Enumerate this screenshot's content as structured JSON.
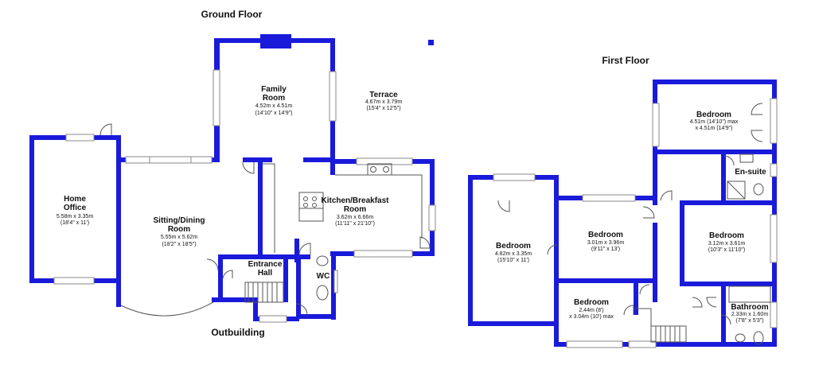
{
  "floors": {
    "ground": {
      "title": "Ground Floor",
      "outbuilding_label": "Outbuilding",
      "rooms": {
        "family": {
          "name_l1": "Family",
          "name_l2": "Room",
          "dim_l1": "4.52m x 4.51m",
          "dim_l2": "(14'10\" x 14'9\")"
        },
        "terrace": {
          "name_l1": "Terrace",
          "dim_l1": "4.67m x 3.79m",
          "dim_l2": "(15'4\" x 12'5\")"
        },
        "office": {
          "name_l1": "Home",
          "name_l2": "Office",
          "dim_l1": "5.58m x 3.35m",
          "dim_l2": "(18'4\" x 11')"
        },
        "sitting": {
          "name_l1": "Sitting/Dining",
          "name_l2": "Room",
          "dim_l1": "5.55m x 5.62m",
          "dim_l2": "(18'2\" x 18'5\")"
        },
        "kitchen": {
          "name_l1": "Kitchen/Breakfast",
          "name_l2": "Room",
          "dim_l1": "3.62m x 6.66m",
          "dim_l2": "(11'11\" x 21'10\")"
        },
        "hall": {
          "name_l1": "Entrance",
          "name_l2": "Hall"
        },
        "wc": {
          "name_l1": "WC"
        }
      }
    },
    "first": {
      "title": "First Floor",
      "rooms": {
        "bed_master": {
          "name_l1": "Bedroom",
          "dim_l1": "4.51m (14'10\") max",
          "dim_l2": "x 4.51m (14'9\")"
        },
        "ensuite": {
          "name_l1": "En-suite"
        },
        "bed_left": {
          "name_l1": "Bedroom",
          "dim_l1": "4.82m x 3.35m",
          "dim_l2": "(15'10\" x 11')"
        },
        "bed_mid": {
          "name_l1": "Bedroom",
          "dim_l1": "3.01m x 3.96m",
          "dim_l2": "(9'11\" x 13')"
        },
        "bed_right": {
          "name_l1": "Bedroom",
          "dim_l1": "3.12m x 3.61m",
          "dim_l2": "(10'3\" x 11'10\")"
        },
        "bed_small": {
          "name_l1": "Bedroom",
          "dim_l1": "2.44m (8')",
          "dim_l2": "x 3.04m (10') max"
        },
        "bathroom": {
          "name_l1": "Bathroom",
          "dim_l1": "2.33m x 1.60m",
          "dim_l2": "(7'8\" x 5'3\")"
        }
      }
    }
  },
  "colors": {
    "wall": "#1a1adb",
    "window": "#ffffff",
    "fixture": "#555555"
  }
}
